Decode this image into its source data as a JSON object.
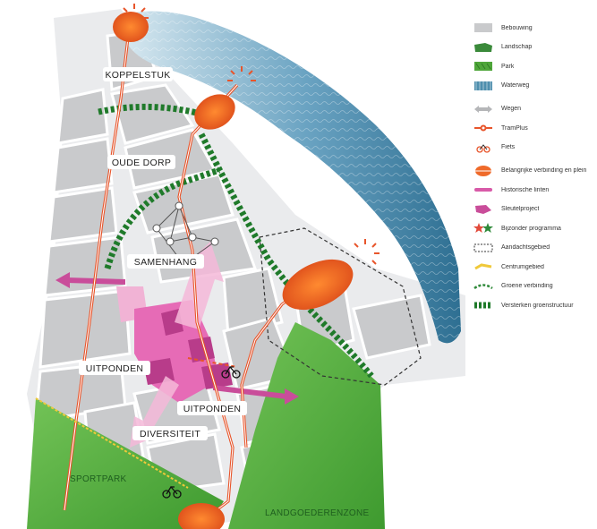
{
  "map": {
    "labels": {
      "koppelstuk": "KOPPELSTUK",
      "oude_dorp": "OUDE DORP",
      "samenhang": "SAMENHANG",
      "uitponden_left": "UITPONDEN",
      "uitponden_right": "UITPONDEN",
      "diversiteit": "DIVERSITEIT",
      "sportpark": "SPORTPARK",
      "landgoederenzone": "LANDGOEDERENZONE"
    }
  },
  "legend": {
    "items": [
      {
        "label": "Bebouwing",
        "icon": "building-swatch"
      },
      {
        "label": "Landschap",
        "icon": "landscape-swatch"
      },
      {
        "label": "Park",
        "icon": "park-swatch"
      },
      {
        "label": "Waterweg",
        "icon": "waterway-swatch"
      },
      {
        "label": "Wegen",
        "icon": "road-arrow-icon"
      },
      {
        "label": "TramPlus",
        "icon": "tram-icon"
      },
      {
        "label": "Fiets",
        "icon": "bicycle-icon"
      },
      {
        "label": "Belangrijke verbinding en plein",
        "icon": "connection-icon"
      },
      {
        "label": "Historische linten",
        "icon": "historic-ribbon-icon"
      },
      {
        "label": "Sleutelproject",
        "icon": "key-project-icon"
      },
      {
        "label": "Bijzonder programma",
        "icon": "star-icon"
      },
      {
        "label": "Aandachtsgebied",
        "icon": "dashed-area-icon"
      },
      {
        "label": "Centrumgebied",
        "icon": "center-area-icon"
      },
      {
        "label": "Groene verbinding",
        "icon": "green-link-icon"
      },
      {
        "label": "Versterken groenstructuur",
        "icon": "green-zigzag-icon"
      }
    ]
  },
  "colors": {
    "building": "#c9cacc",
    "water": "#4f8fae",
    "park": "#4fa63a",
    "road": "#e8552b",
    "pink": "#d85aa8",
    "green_zigzag": "#1f7a2a"
  }
}
